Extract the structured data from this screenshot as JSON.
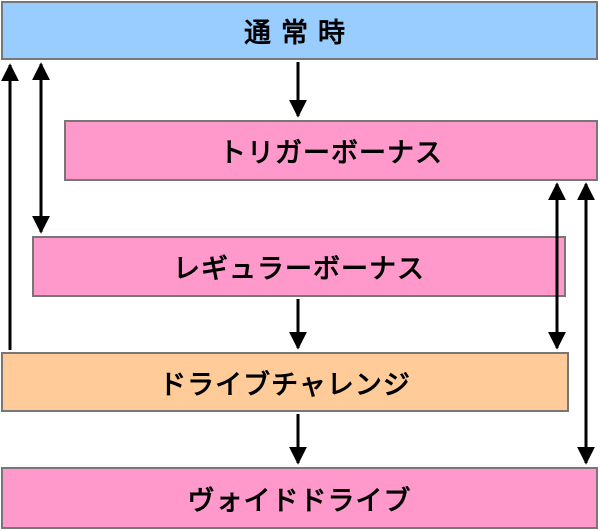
{
  "boxes": {
    "normal": {
      "label": "通常時",
      "color": "#99ccff"
    },
    "trigger": {
      "label": "トリガーボーナス",
      "color": "#ff99cc"
    },
    "regular": {
      "label": "レギュラーボーナス",
      "color": "#ff99cc"
    },
    "drive": {
      "label": "ドライブチャレンジ",
      "color": "#ffcc99"
    },
    "void": {
      "label": "ヴォイドドライブ",
      "color": "#ff99cc"
    }
  },
  "edges": [
    {
      "from": "normal",
      "to": "trigger",
      "direction": "one-way"
    },
    {
      "from": "normal",
      "to": "regular",
      "direction": "two-way"
    },
    {
      "from": "drive",
      "to": "normal",
      "direction": "one-way"
    },
    {
      "from": "regular",
      "to": "drive",
      "direction": "one-way"
    },
    {
      "from": "trigger",
      "to": "drive",
      "direction": "two-way"
    },
    {
      "from": "drive",
      "to": "void",
      "direction": "one-way"
    },
    {
      "from": "trigger",
      "to": "void",
      "direction": "two-way"
    }
  ],
  "arrow_color": "#000000"
}
